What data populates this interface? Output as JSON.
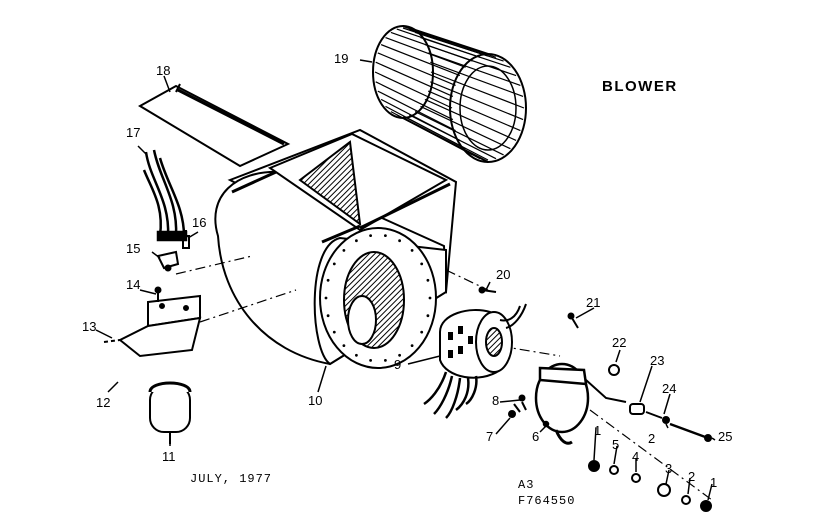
{
  "title": "BLOWER",
  "date": "JULY, 1977",
  "drawing_code": "A3",
  "drawing_number": "F764550",
  "part_labels": {
    "p1a": "1",
    "p1b": "1",
    "p2a": "2",
    "p2b": "2",
    "p3": "3",
    "p4": "4",
    "p5": "5",
    "p6": "6",
    "p7": "7",
    "p8": "8",
    "p9": "9",
    "p10": "10",
    "p11": "11",
    "p12": "12",
    "p13": "13",
    "p14": "14",
    "p15": "15",
    "p16": "16",
    "p17": "17",
    "p18": "18",
    "p19": "19",
    "p20": "20",
    "p21": "21",
    "p22": "22",
    "p23": "23",
    "p24": "24",
    "p25": "25"
  },
  "colors": {
    "ink": "#000000",
    "paper": "#ffffff"
  }
}
